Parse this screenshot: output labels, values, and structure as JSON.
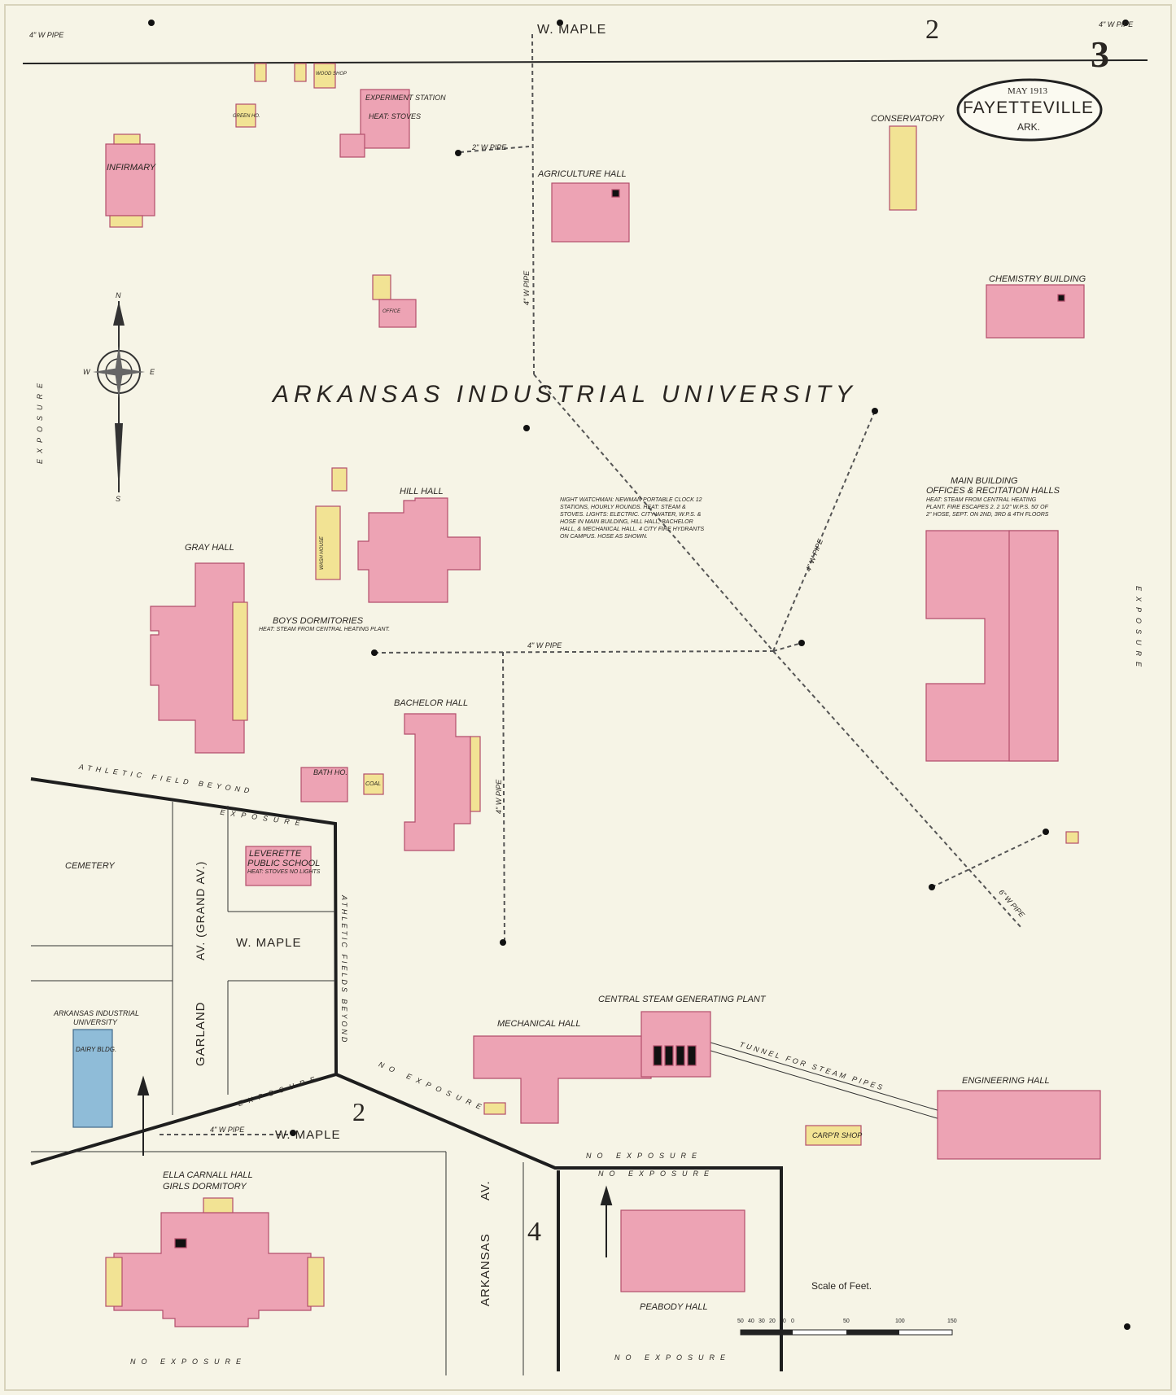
{
  "sheet": {
    "number": "3",
    "adjacent_top": "2",
    "adjacent_mid": "2",
    "adjacent_bottom": "4"
  },
  "title_block": {
    "date": "MAY 1913",
    "city": "FAYETTEVILLE",
    "state": "ARK."
  },
  "compass": {
    "north": "N",
    "south": "S",
    "east": "E",
    "west": "W"
  },
  "main_label": "ARKANSAS INDUSTRIAL UNIVERSITY",
  "streets": {
    "maple_top": "W. MAPLE",
    "maple_mid": "W. MAPLE",
    "maple_bottom": "W. MAPLE",
    "grand": "AV. (GRAND AV.)",
    "garland": "GARLAND",
    "arkansas": "ARKANSAS",
    "arkansas_av": "AV."
  },
  "buildings": {
    "experiment_station": "EXPERIMENT STATION",
    "experiment_heat": "HEAT: STOVES",
    "infirmary": "INFIRMARY",
    "agriculture_hall": "AGRICULTURE HALL",
    "conservatory": "CONSERVATORY",
    "chemistry_building": "CHEMISTRY BUILDING",
    "hill_hall": "HILL HALL",
    "gray_hall": "GRAY HALL",
    "boys_dormitories": "BOYS DORMITORIES",
    "boys_heat": "HEAT: STEAM FROM CENTRAL HEATING PLANT.",
    "bachelor_hall": "BACHELOR HALL",
    "main_building_1": "MAIN BUILDING",
    "main_building_2": "OFFICES & RECITATION HALLS",
    "leverette_1": "LEVERETTE",
    "leverette_2": "PUBLIC SCHOOL",
    "leverette_3": "HEAT: STOVES NO LIGHTS",
    "cemetery": "CEMETERY",
    "dairy_1": "ARKANSAS INDUSTRIAL",
    "dairy_2": "UNIVERSITY",
    "dairy_3": "DAIRY BLDG.",
    "mechanical_hall": "MECHANICAL HALL",
    "central_plant": "CENTRAL STEAM GENERATING PLANT",
    "engineering_hall": "ENGINEERING HALL",
    "carp_shop": "CARP'R SHOP",
    "ella_carnall_1": "ELLA CARNALL HALL",
    "ella_carnall_2": "GIRLS DORMITORY",
    "peabody_hall": "PEABODY HALL",
    "bath_house": "BATH HO.",
    "coal": "COAL",
    "green_ho": "GREEN HO.",
    "wood_shop": "WOOD SHOP",
    "office": "OFFICE",
    "wash_house": "WASH HOUSE"
  },
  "pipes": {
    "p1": "4\" W PIPE",
    "p2": "4\" W PIPE",
    "p3": "4\" W PIPE",
    "p4": "4\" W PIPE",
    "p5": "6\" W PIPE",
    "p6": "4\" W PIPE",
    "p7": "4\" W PIPE",
    "p8": "4\" W PIPE",
    "p9": "2\" W PIPE",
    "tunnel": "TUNNEL FOR STEAM PIPES"
  },
  "notes": {
    "watchman": "NIGHT WATCHMAN: NEWMAN PORTABLE CLOCK 12 STATIONS, HOURLY ROUNDS. HEAT: STEAM & STOVES. LIGHTS: ELECTRIC. CITY WATER, W.P.S. & HOSE IN MAIN BUILDING, HILL HALL, BACHELOR HALL, & MECHANICAL HALL. 4 CITY FIRE HYDRANTS ON CAMPUS. HOSE AS SHOWN.",
    "main_heat": "HEAT: STEAM FROM CENTRAL HEATING PLANT. FIRE ESCAPES 2. 2 1/2\" W.P.S. 50' OF 2\" HOSE, SEPT. ON 2ND, 3RD & 4TH FLOORS"
  },
  "scale": {
    "title": "Scale of Feet.",
    "ticks": [
      "50",
      "40",
      "30",
      "20",
      "10",
      "0",
      "50",
      "100",
      "150"
    ]
  },
  "exposures": {
    "no_exposure": "NO EXPOSURE",
    "exposure": "EXPOSURE",
    "athletic_field": "ATHLETIC FIELD BEYOND",
    "athletic_fields": "ATHLETIC FIELDS BEYOND"
  },
  "colors": {
    "brick": "#eda3b4",
    "brick_stroke": "#b34e6c",
    "frame": "#f2e394",
    "stone": "#8fbcd8",
    "paper": "#f6f4e6",
    "ink": "#2a2622"
  }
}
